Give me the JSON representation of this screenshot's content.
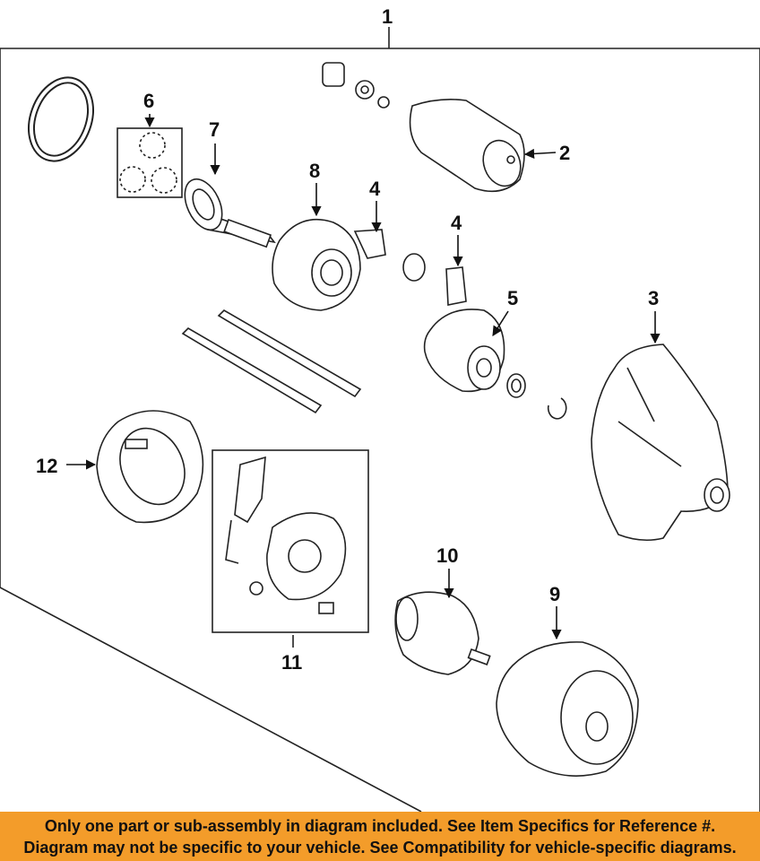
{
  "callouts": {
    "c1": "1",
    "c2": "2",
    "c3": "3",
    "c4a": "4",
    "c4b": "4",
    "c5": "5",
    "c6": "6",
    "c7": "7",
    "c8": "8",
    "c9": "9",
    "c10": "10",
    "c11": "11",
    "c12": "12"
  },
  "banner": {
    "line1": "Only one part or sub-assembly in diagram included. See Item Specifics for Reference #.",
    "line2": "Diagram may not be specific to your vehicle. See Compatibility for vehicle-specific diagrams."
  },
  "colors": {
    "banner_background": "#f39c2a",
    "line_art": "#222222"
  }
}
